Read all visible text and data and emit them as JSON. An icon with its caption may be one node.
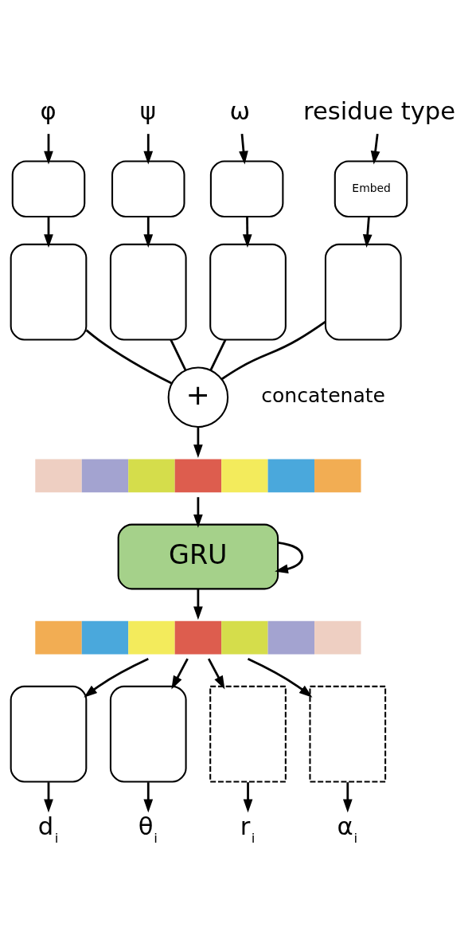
{
  "diagram": {
    "nodes": [
      {
        "text": [
          "φ"
        ]
      },
      {
        "text": [
          "ψ"
        ]
      },
      {
        "text": [
          "ω"
        ]
      },
      {
        "text": [
          "residue type"
        ]
      },
      {
        "text": [],
        "shape": "box"
      },
      {
        "text": [],
        "shape": "box"
      },
      {
        "text": [],
        "shape": "box"
      },
      {
        "text": [
          "Embed"
        ]
      },
      {
        "text": [],
        "shape": "box"
      },
      {
        "text": [],
        "shape": "box"
      },
      {
        "text": [],
        "shape": "box"
      },
      {
        "text": [],
        "shape": "box"
      },
      {
        "text": [
          "+"
        ],
        "beside": [
          "concatenate"
        ]
      },
      {
        "text": [],
        "shape": "bar"
      },
      {
        "text": [
          "GRU"
        ]
      },
      {
        "text": [],
        "shape": "bar"
      },
      {
        "text": [],
        "shape": "box"
      },
      {
        "text": [],
        "shape": "box"
      },
      {
        "text": [],
        "shape": "box"
      },
      {
        "text": [],
        "shape": "box"
      },
      {
        "text": [
          "d$_{i}$"
        ]
      },
      {
        "text": [
          "θ$_{i}$"
        ]
      },
      {
        "text": [
          "r$_{i}$"
        ]
      },
      {
        "text": [
          "α$_{i}$"
        ]
      }
    ],
    "edges": [
      {
        "from": 0,
        "to": 4,
        "arrow": "to"
      },
      {
        "from": 1,
        "to": 5,
        "arrow": "to"
      },
      {
        "from": 2,
        "to": 6,
        "arrow": "to"
      },
      {
        "from": 3,
        "to": 7,
        "arrow": "to"
      },
      {
        "from": 4,
        "to": 8,
        "arrow": "to"
      },
      {
        "from": 5,
        "to": 9,
        "arrow": "to"
      },
      {
        "from": 6,
        "to": 10,
        "arrow": "to"
      },
      {
        "from": 7,
        "to": 11,
        "arrow": "to"
      },
      {
        "from": 8,
        "to": 12,
        "arrow": "none"
      },
      {
        "from": 9,
        "to": 12,
        "arrow": "none"
      },
      {
        "from": 10,
        "to": 12,
        "arrow": "none"
      },
      {
        "from": 11,
        "to": 12,
        "arrow": "none"
      },
      {
        "from": 12,
        "to": 13,
        "arrow": "to"
      },
      {
        "from": 13,
        "to": 14,
        "arrow": "to"
      },
      {
        "from": 14,
        "to": 14,
        "arrow": "to"
      },
      {
        "from": 14,
        "to": 15,
        "arrow": "to"
      },
      {
        "from": 15,
        "to": 16,
        "arrow": "to"
      },
      {
        "from": 15,
        "to": 17,
        "arrow": "to"
      },
      {
        "from": 15,
        "to": 18,
        "arrow": "to"
      },
      {
        "from": 15,
        "to": 19,
        "arrow": "to"
      },
      {
        "from": 16,
        "to": 20,
        "arrow": "to"
      },
      {
        "from": 17,
        "to": 21,
        "arrow": "to"
      },
      {
        "from": 18,
        "to": 22,
        "arrow": "to"
      },
      {
        "from": 19,
        "to": 23,
        "arrow": "to"
      }
    ]
  }
}
